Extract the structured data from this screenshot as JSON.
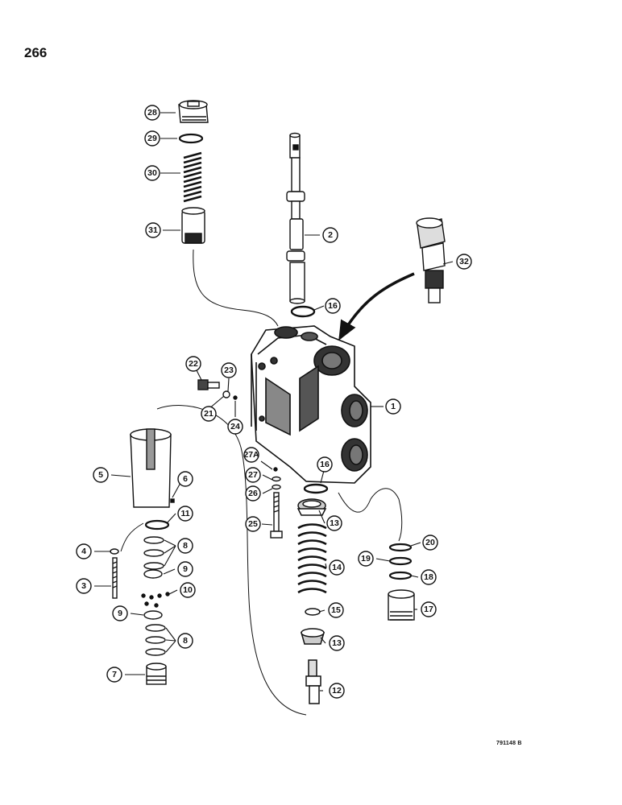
{
  "page_number": "266",
  "figure_code": "791148 B",
  "callouts": [
    "1",
    "2",
    "3",
    "4",
    "5",
    "6",
    "7",
    "8",
    "8",
    "9",
    "9",
    "10",
    "11",
    "12",
    "13",
    "13",
    "14",
    "15",
    "16",
    "16",
    "17",
    "18",
    "19",
    "20",
    "21",
    "22",
    "23",
    "24",
    "25",
    "26",
    "27",
    "27A",
    "28",
    "29",
    "30",
    "31",
    "32"
  ]
}
